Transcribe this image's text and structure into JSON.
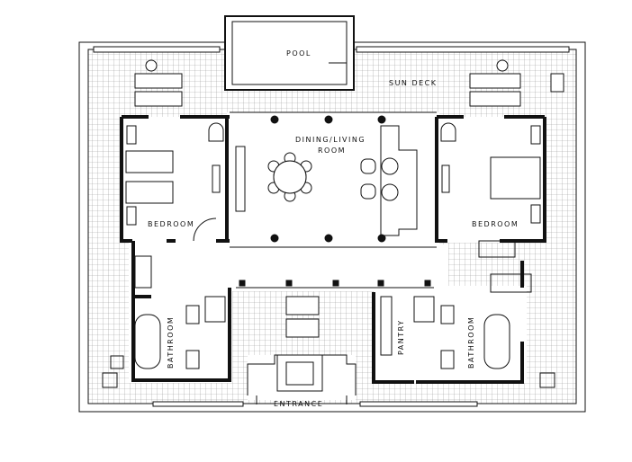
{
  "labels": {
    "pool": "POOL",
    "sun_deck": "SUN DECK",
    "dining_line1": "DINING/LIVING",
    "dining_line2": "ROOM",
    "bedroom_left": "BEDROOM",
    "bedroom_right": "BEDROOM",
    "bathroom_left": "BATHROOM",
    "bathroom_right": "BATHROOM",
    "pantry": "PANTRY",
    "entrance": "ENTRANCE"
  },
  "colors": {
    "line": "#111111",
    "tile": "#9a9a9a",
    "background": "#ffffff"
  }
}
